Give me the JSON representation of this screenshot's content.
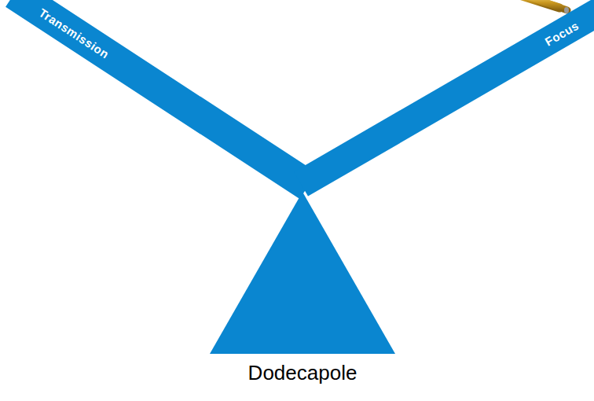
{
  "diagram": {
    "nodes": [
      {
        "text": [
          "Transmission"
        ]
      },
      {
        "text": [
          "Focus"
        ]
      },
      {
        "text": [
          "Dodecapole"
        ]
      }
    ]
  }
}
